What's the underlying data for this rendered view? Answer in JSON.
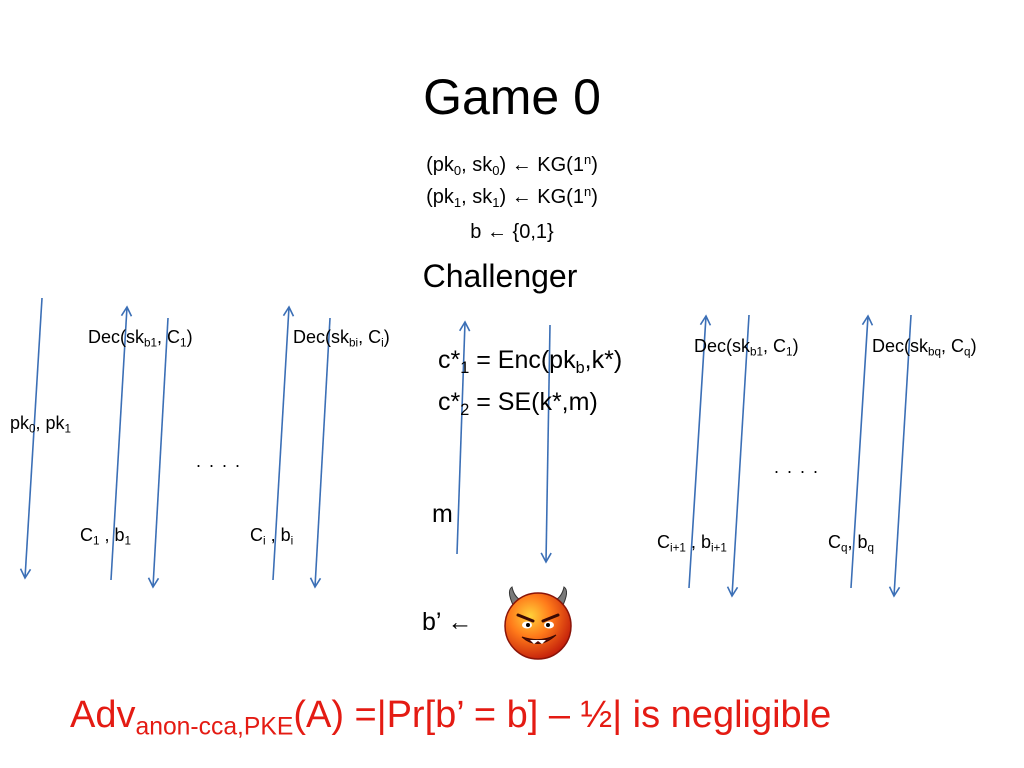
{
  "title": "Game 0",
  "setup": {
    "line1": [
      "(pk",
      "0",
      ", sk",
      "0",
      ") ← KG(1",
      "n",
      ")"
    ],
    "line2": [
      "(pk",
      "1",
      ", sk",
      "1",
      ") ← KG(1",
      "n",
      ")"
    ],
    "line3": "b ← {0,1}"
  },
  "challenger_label": "Challenger",
  "queries_left": {
    "public_keys": [
      "pk",
      "0",
      ", pk",
      "1"
    ],
    "dec_1": [
      "Dec(sk",
      "b1",
      ", C",
      "1",
      ")"
    ],
    "dec_i": [
      "Dec(sk",
      "bi",
      ", C",
      "i",
      ")"
    ],
    "reply_1": [
      "C",
      "1",
      " , b",
      "1"
    ],
    "reply_i": [
      "C",
      "i",
      " , b",
      "i"
    ],
    "ellipsis": "...."
  },
  "challenge": {
    "c1": [
      "c*",
      "1",
      " = Enc(pk",
      "b",
      ",k*)"
    ],
    "c2": [
      "c*",
      "2",
      " = SE(k*,m)"
    ],
    "message": "m"
  },
  "queries_right": {
    "dec_1": [
      "Dec(sk",
      "b1",
      ", C",
      "1",
      ")"
    ],
    "dec_q": [
      "Dec(sk",
      "bq",
      ", C",
      "q",
      ")"
    ],
    "reply_i1": [
      "C",
      "i+1",
      " , b",
      "i+1"
    ],
    "reply_q": [
      "C",
      "q",
      ", b",
      "q"
    ],
    "ellipsis": "...."
  },
  "guess": "b’ ←",
  "adversary_icon": "devil-face-icon",
  "advantage": [
    "Adv",
    "anon-cca,PKE",
    "(A) =|Pr[b’ = b] – ½| is negligible"
  ],
  "colors": {
    "arrow": "#3b6fb6",
    "advantage_text": "#e41b13"
  }
}
